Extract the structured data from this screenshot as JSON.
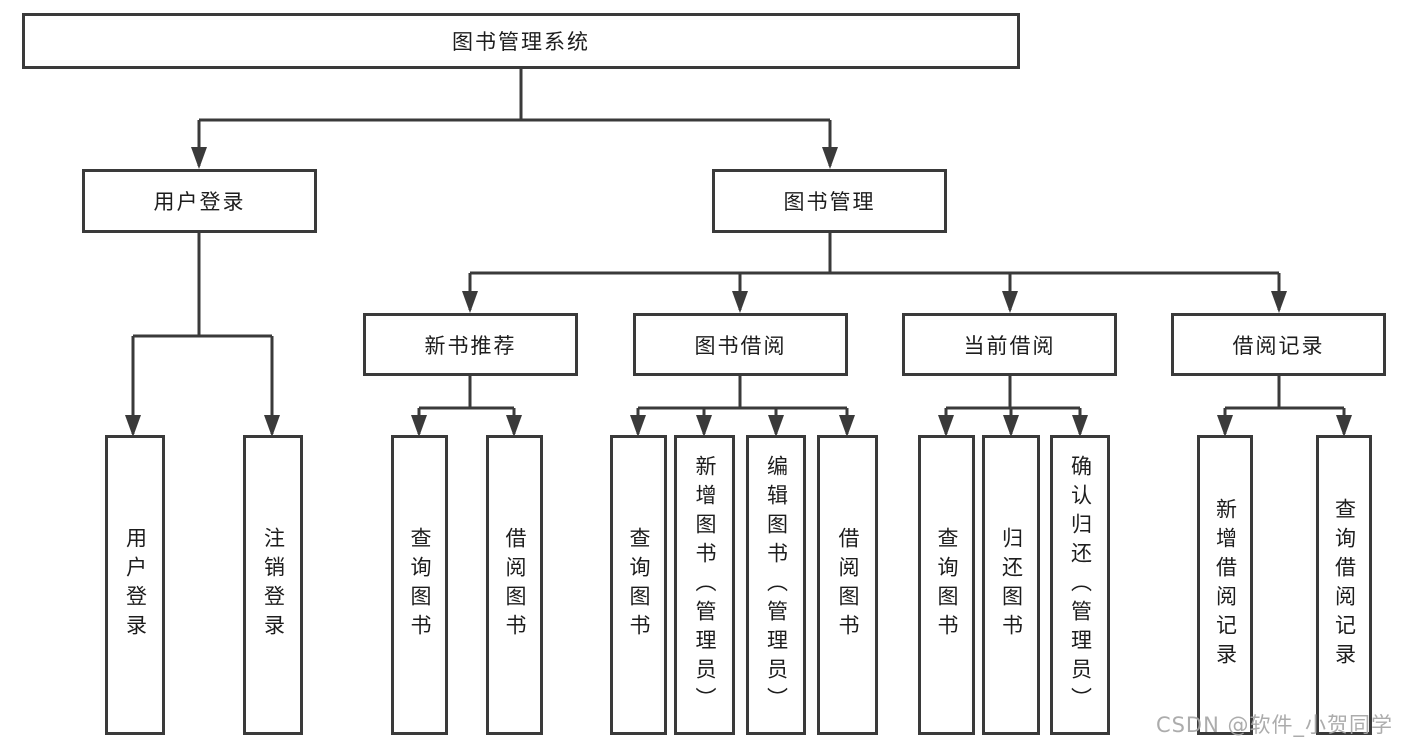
{
  "diagram": {
    "root": {
      "label": "图书管理系统"
    },
    "branches": [
      {
        "label": "用户登录",
        "children": [
          "用户登录",
          "注销登录"
        ]
      },
      {
        "label": "图书管理",
        "groups": [
          {
            "label": "新书推荐",
            "children": [
              "查询图书",
              "借阅图书"
            ]
          },
          {
            "label": "图书借阅",
            "children": [
              "查询图书",
              "新增图书（管理员）",
              "编辑图书（管理员）",
              "借阅图书"
            ]
          },
          {
            "label": "当前借阅",
            "children": [
              "查询图书",
              "归还图书",
              "确认归还（管理员）"
            ]
          },
          {
            "label": "借阅记录",
            "children": [
              "新增借阅记录",
              "查询借阅记录"
            ]
          }
        ]
      }
    ]
  },
  "colors": {
    "line": "#3a3a3a",
    "box_border": "#3a3a3a",
    "text": "#1d1d1d",
    "watermark": "#a5a5a5",
    "background": "#ffffff"
  },
  "watermark": {
    "text": "CSDN @软件_小贺同学"
  }
}
